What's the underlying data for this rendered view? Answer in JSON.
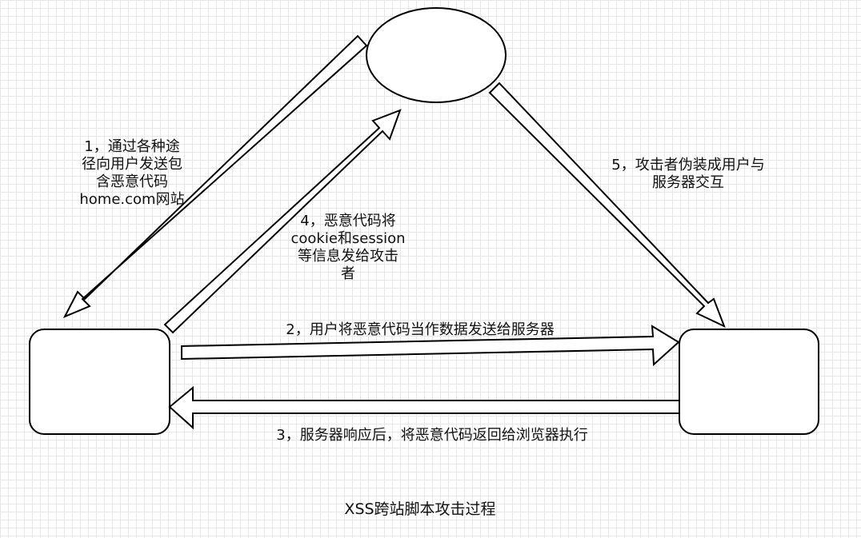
{
  "nodes": {
    "attacker": "",
    "browser": "",
    "server": ""
  },
  "labels": {
    "step1": "1，通过各种途\n径向用户发送包\n含恶意代码\nhome.com网站",
    "step2": "2，用户将恶意代码当作数据发送给服务器",
    "step3": "3，服务器响应后，将恶意代码返回给浏览器执行",
    "step4": "4，恶意代码将\ncookie和session\n等信息发给攻击\n者",
    "step5": "5，攻击者伪装成用户与\n服务器交互"
  },
  "title": "XSS跨站脚本攻击过程",
  "colors": {
    "stroke": "#000000",
    "fill": "#ffffff",
    "grid": "#e6e6e6"
  }
}
